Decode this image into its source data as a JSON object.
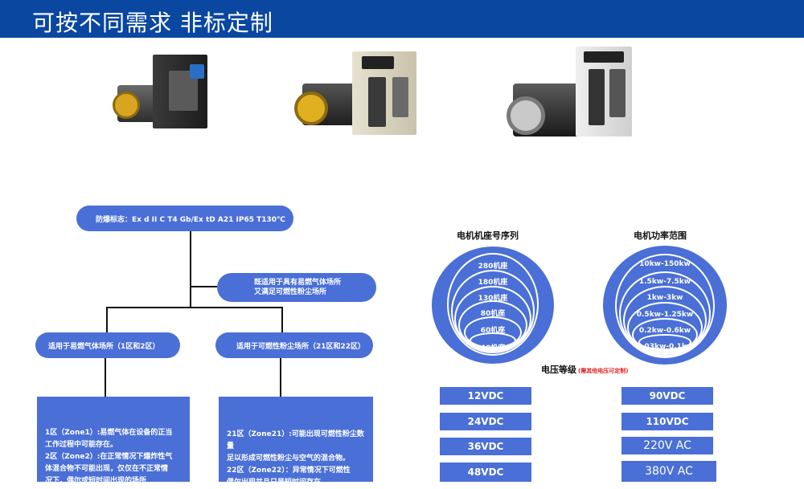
{
  "header": {
    "title": "可按不同需求 非标定制"
  },
  "flow": {
    "top": "防爆标志：Ex d II C T4 Gb/Ex tD A21 IP65 T130℃",
    "mid": [
      "既适用于具有易燃气体场所",
      "又满足可燃性粉尘场所"
    ],
    "left_branch": "适用于易燃气体场所（1区和2区）",
    "right_branch": "适用于可燃性粉尘场所（21区和22区）",
    "left_detail": [
      "1区（Zone1）:易燃气体在设备的正当",
      "工作过程中可能存在。",
      "2区（Zone2）:在正常情况下爆炸性气",
      "体混合物不可能出现，仅仅在不正常情",
      "况下，偶尔或短时间出现的场所"
    ],
    "right_detail": [
      "21区（Zone21）:可能出现可燃性粉尘数量",
      "足以形成可燃性粉尘与空气的混合物。",
      "22区（Zone22）：异常情况下可燃性",
      "偶尔出现并且只是短时间存在。"
    ]
  },
  "frame": {
    "title": "电机机座号序列",
    "rings": [
      "280机座",
      "180机座",
      "130机座",
      "80机座",
      "60机座",
      "40机座"
    ]
  },
  "power": {
    "title": "电机功率范围",
    "rings": [
      "10kw-150kw",
      "1.5kw-7.5kw",
      "1kw-3kw",
      "0.5kw-1.25kw",
      "0.2kw-0.6kw",
      "0.03kw-0.1kw"
    ]
  },
  "voltage": {
    "title": "电压等级",
    "note": "(需其他电压可定制)",
    "left": [
      "12VDC",
      "24VDC",
      "36VDC",
      "48VDC"
    ],
    "right": [
      "90VDC",
      "110VDC",
      "220V AC",
      "380V AC"
    ]
  },
  "colors": {
    "header": "#0a47a1",
    "box": "#4a6fd6",
    "note": "#e02020"
  }
}
